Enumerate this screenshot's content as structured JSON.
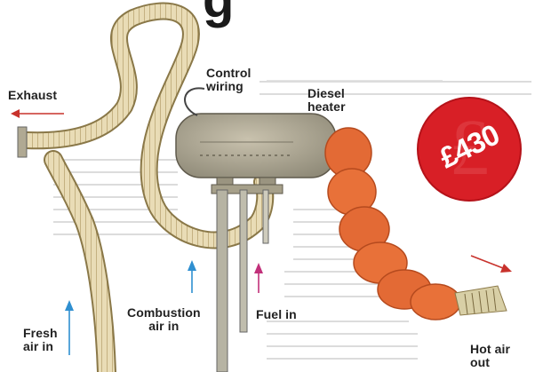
{
  "heading_fragment": "g",
  "price": "£430",
  "labels": {
    "exhaust": "Exhaust",
    "control_wiring": "Control\nwiring",
    "diesel_heater": "Diesel\nheater",
    "fresh_air_in": "Fresh\nair in",
    "combustion_air_in": "Combustion\nair in",
    "fuel_in": "Fuel in",
    "hot_air_out": "Hot air\nout"
  },
  "colors": {
    "exhaust_arrow": "#c8322c",
    "air_in_arrow": "#2f8fd0",
    "fuel_arrow": "#c1307a",
    "hot_air_arrow": "#c8322c",
    "hose_orange": "#e36a35",
    "badge_red": "#d81f26"
  }
}
